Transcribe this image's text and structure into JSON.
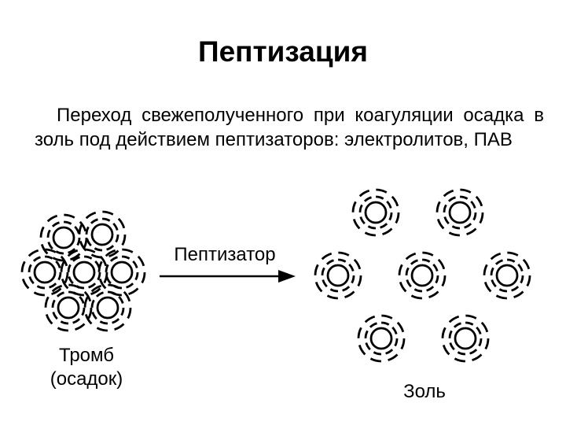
{
  "slide": {
    "title": "Пептизация",
    "text": "Переход свежеполученного при коагуляции осадка в золь под действием пептизаторов: электролитов, ПАВ"
  },
  "diagram": {
    "arrow_label": "Пептизатор",
    "left_label": {
      "line1": "Тромб",
      "line2": "(осадок)"
    },
    "right_label": "Золь",
    "line_color": "#000000"
  }
}
